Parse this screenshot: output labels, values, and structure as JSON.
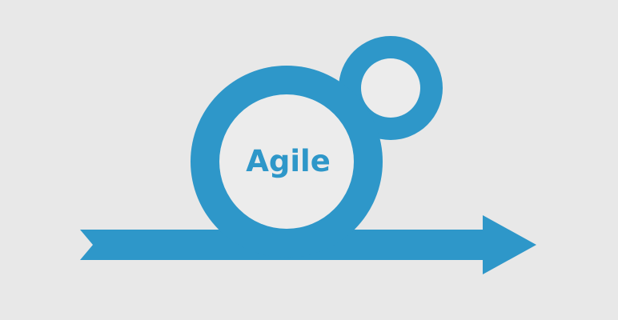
{
  "diagram": {
    "label": "Agile",
    "shapes": [
      "arrow",
      "large-ring",
      "small-ring"
    ]
  },
  "colors": {
    "background": "#e8e8e8",
    "accent": "#2e97c9",
    "inner_fill": "#ececec"
  }
}
